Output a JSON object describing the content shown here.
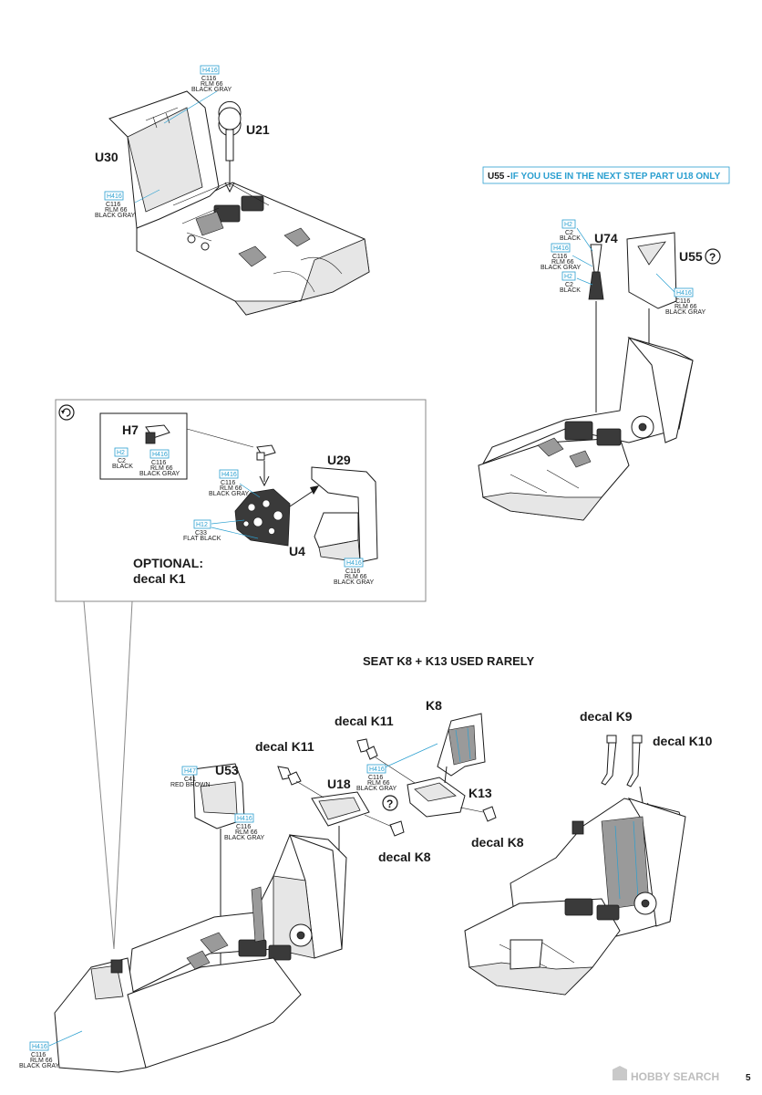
{
  "parts": {
    "u21": "U21",
    "u30": "U30",
    "u74": "U74",
    "u55": "U55",
    "h7": "H7",
    "u29": "U29",
    "u4": "U4",
    "u53": "U53",
    "u18": "U18",
    "k8": "K8",
    "k13": "K13"
  },
  "notes": {
    "u55_prefix": "U55 -",
    "u55_banner": "IF YOU USE IN THE NEXT STEP PART U18 ONLY",
    "optional_line1": "OPTIONAL:",
    "optional_line2": "decal K1",
    "seat_note": "SEAT K8 + K13 USED RARELY",
    "decal_k11_a": "decal K11",
    "decal_k11_b": "decal K11",
    "decal_k8_a": "decal K8",
    "decal_k8_b": "decal K8",
    "decal_k9": "decal K9",
    "decal_k10": "decal K10"
  },
  "paint": {
    "h416": "H416",
    "c116": "C116",
    "rlm66": "RLM 66",
    "black_gray": "BLACK GRAY",
    "h2": "H2",
    "c2": "C2",
    "black": "BLACK",
    "h12": "H12",
    "c33": "C33",
    "flat_black": "FLAT BLACK",
    "h47": "H47",
    "c41": "C41",
    "red_brown": "RED BROWN"
  },
  "watermark": "HOBBY SEARCH",
  "page_number": "5",
  "colors": {
    "accent_blue": "#2a9fd0",
    "banner_text": "#2a9fd0",
    "ink": "#1a1a1a"
  }
}
